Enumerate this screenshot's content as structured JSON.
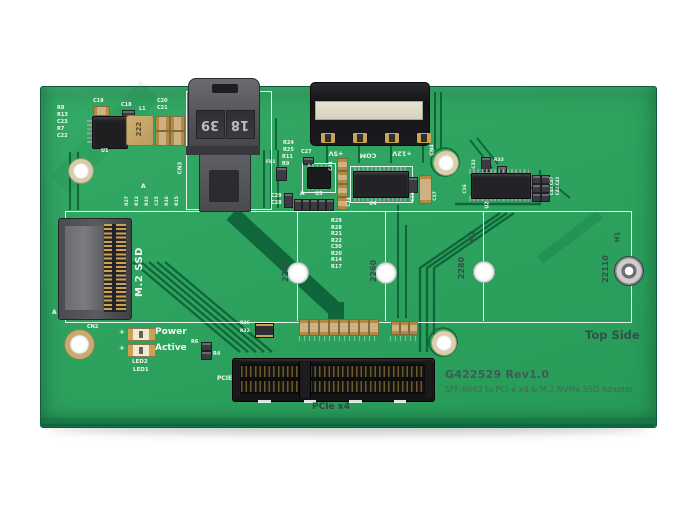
{
  "board": {
    "part_number": "G422529 Rev1.0",
    "description": "SFF-8643 to PCI-e x4 & M.2 NVMe SSD Adapter",
    "side_label": "Top Side",
    "polarity_marker": "A",
    "colors": {
      "pcb_green": "#2da35f",
      "trace_dark": "#0a5a34",
      "silkscreen_white": "#f2f6f0",
      "gold": "#c9a352",
      "ink_dark": "#31504a"
    }
  },
  "connectors": {
    "sff8643": {
      "ref": "CN3",
      "plate_numbers": [
        "39",
        "18"
      ]
    },
    "power": {
      "ref": "CN4",
      "pins": [
        "+5V",
        "COM",
        "+12V"
      ]
    },
    "m2": {
      "ref": "CN2",
      "label": "M.2 SSD"
    },
    "pcie": {
      "ref": "PCIE1",
      "label": "PCIe x4"
    }
  },
  "leds": {
    "power_label": "Power",
    "active_label": "Active",
    "led2": "LED2",
    "led1": "LED1",
    "r6": "R6",
    "r4": "R4",
    "plus": "+"
  },
  "mounting": {
    "standoffs": [
      "2242",
      "2260",
      "2280",
      "22110"
    ],
    "holes": [
      "H2",
      "H1"
    ]
  },
  "components": {
    "u1": {
      "ref": "U1",
      "left_labels": [
        "R8",
        "R13",
        "C23",
        "R7",
        "C22"
      ],
      "c19": "C19",
      "c18": "C18",
      "l1": "L1",
      "l1_marking": "222",
      "c20": "C20",
      "c21": "C21"
    },
    "u3": {
      "ref": "U3",
      "top_labels": [
        "R24",
        "R25",
        "R11",
        "R9"
      ],
      "c27": "C27",
      "fb1": "FB1",
      "c29": "C29",
      "c28": "C28"
    },
    "u4": {
      "ref": "U4",
      "c31": "C31",
      "c34": "C34",
      "c33": "C33",
      "c17": "C17"
    },
    "u2": {
      "ref": "U2",
      "c32": "C32",
      "r33": "R33",
      "c16": "C16",
      "right_caps": [
        "C44 C47",
        "C42 C43"
      ]
    },
    "mid_column": [
      "R29",
      "R28",
      "R21",
      "R22",
      "C30",
      "R20",
      "R14",
      "R17"
    ],
    "m2_row": [
      "R27",
      "R12",
      "R10",
      "C25",
      "R16",
      "R15"
    ],
    "pcie_row": [
      "R26",
      "R32"
    ]
  }
}
